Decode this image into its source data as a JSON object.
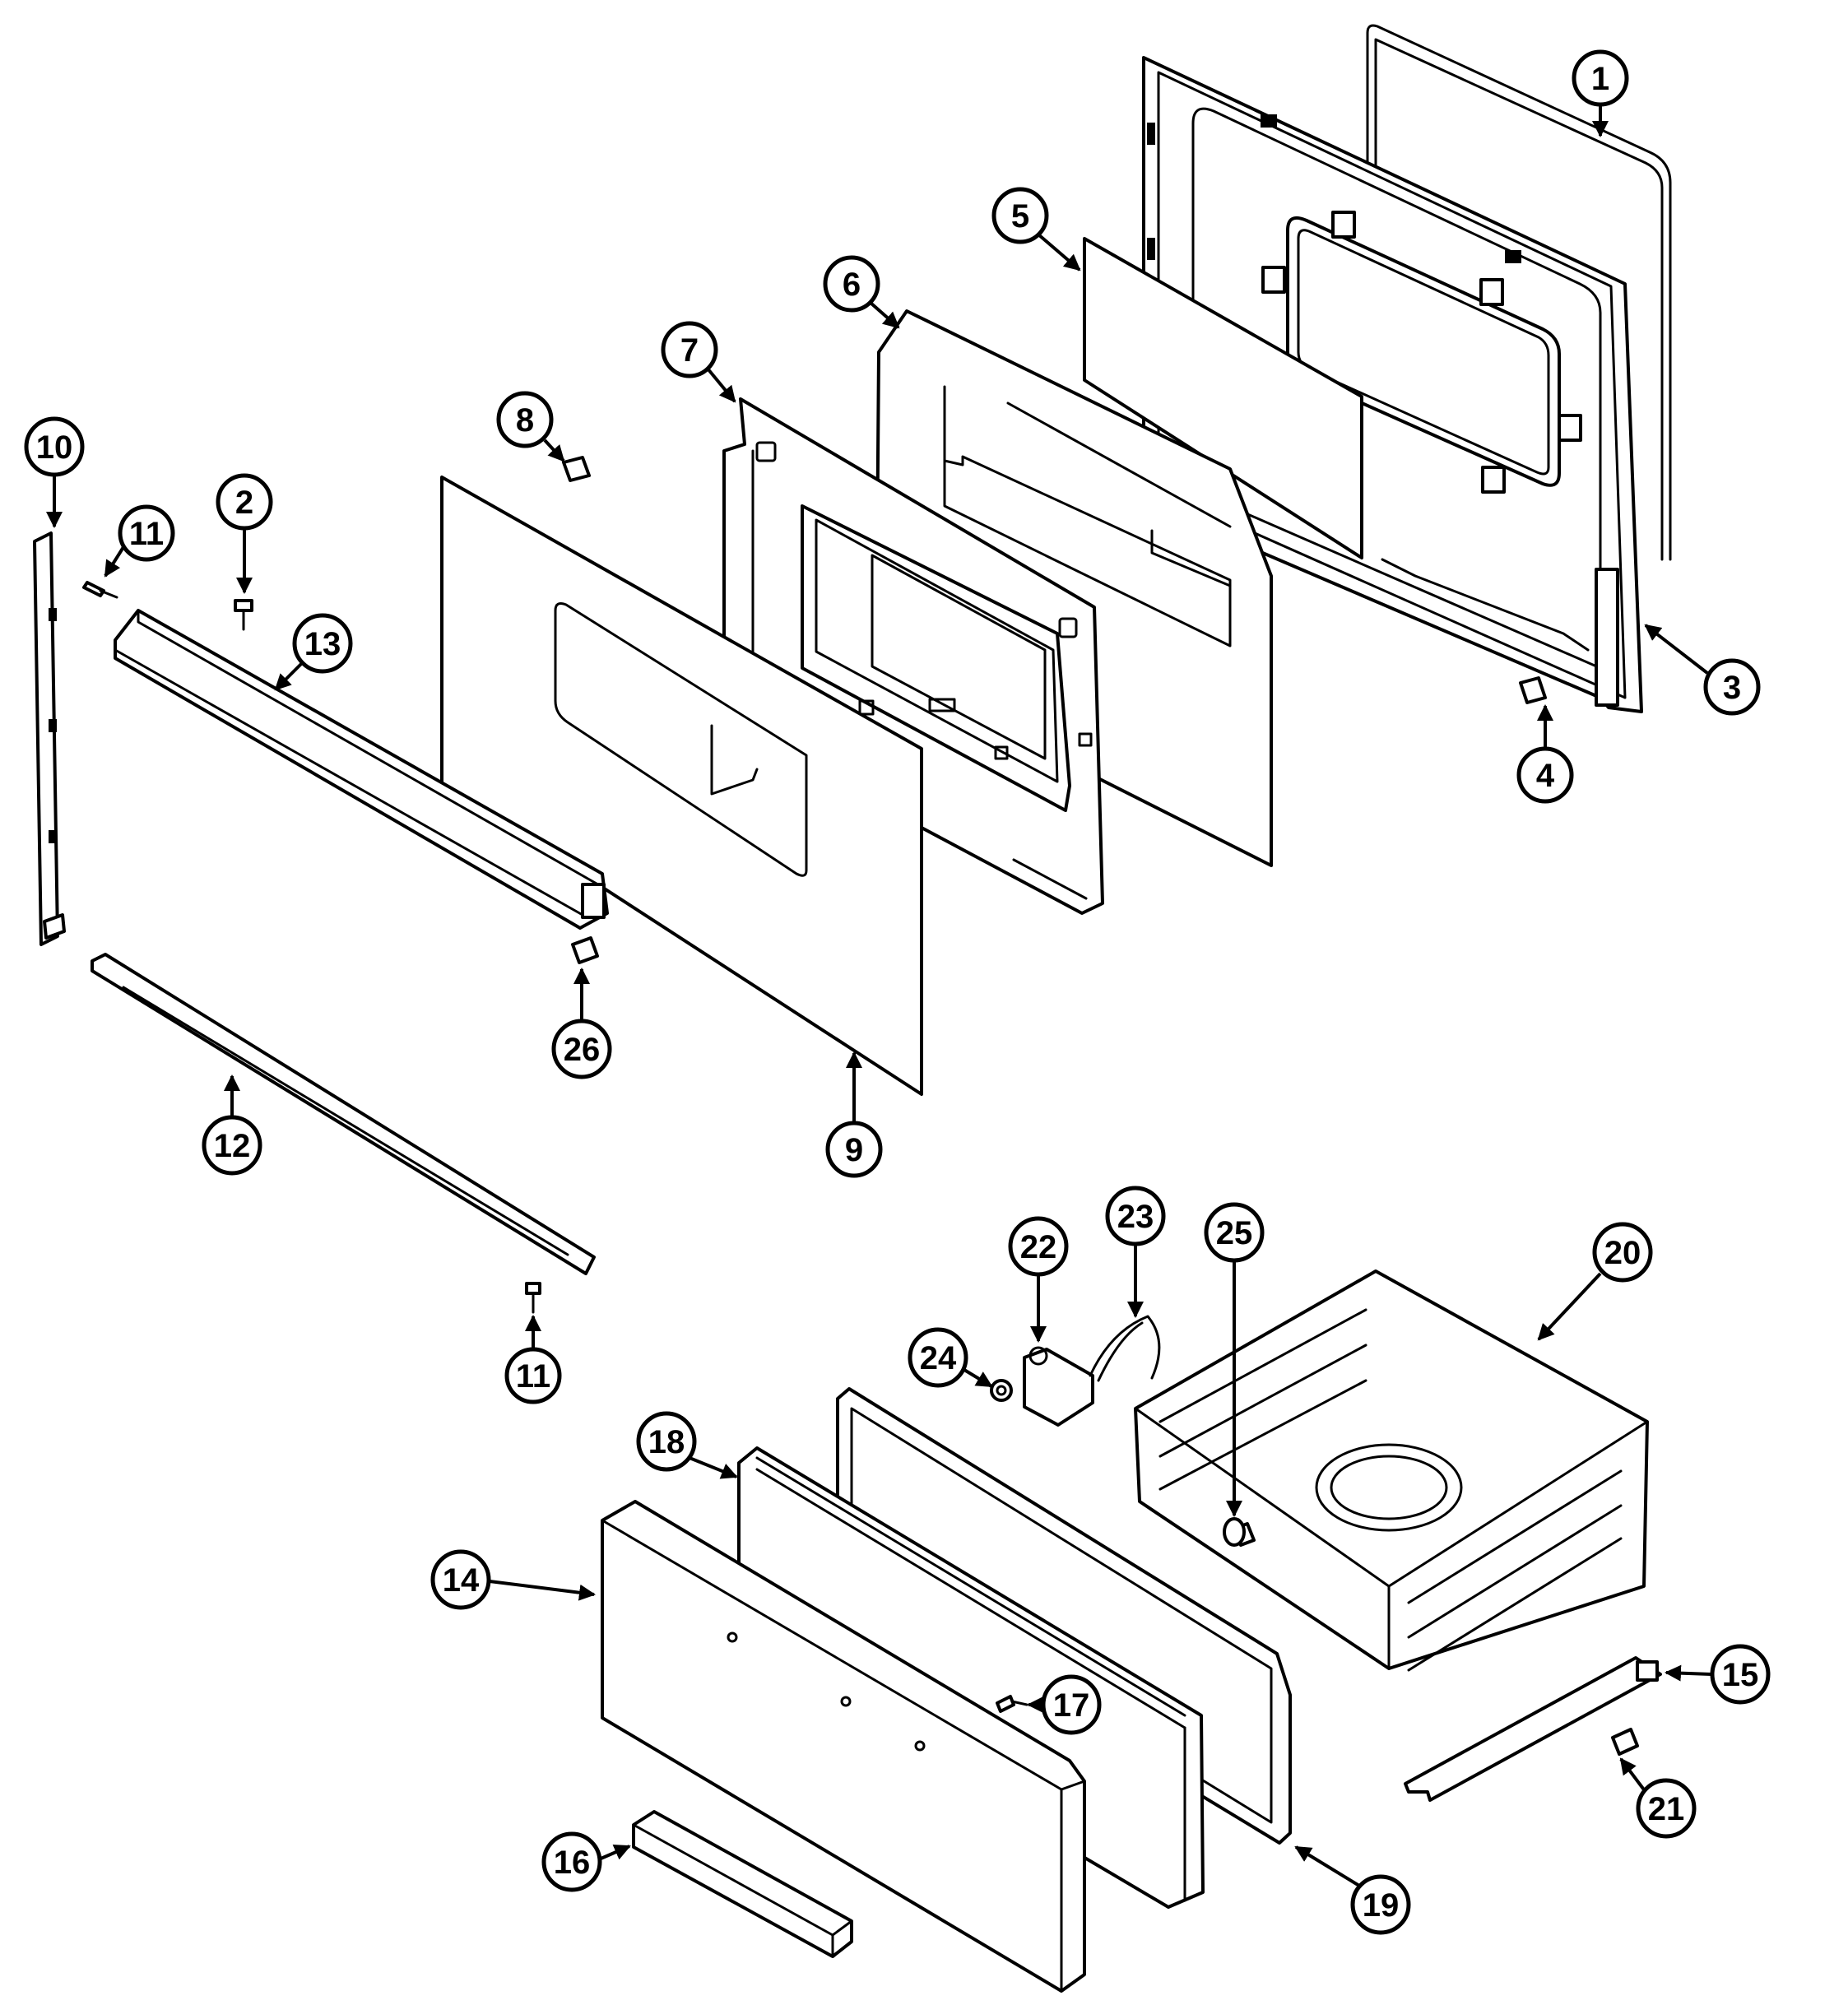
{
  "diagram": {
    "callouts": [
      {
        "label": "1"
      },
      {
        "label": "2"
      },
      {
        "label": "3"
      },
      {
        "label": "4"
      },
      {
        "label": "5"
      },
      {
        "label": "6"
      },
      {
        "label": "7"
      },
      {
        "label": "8"
      },
      {
        "label": "9"
      },
      {
        "label": "10"
      },
      {
        "label": "11"
      },
      {
        "label": "11"
      },
      {
        "label": "12"
      },
      {
        "label": "13"
      },
      {
        "label": "14"
      },
      {
        "label": "15"
      },
      {
        "label": "16"
      },
      {
        "label": "17"
      },
      {
        "label": "18"
      },
      {
        "label": "19"
      },
      {
        "label": "20"
      },
      {
        "label": "21"
      },
      {
        "label": "22"
      },
      {
        "label": "23"
      },
      {
        "label": "24"
      },
      {
        "label": "25"
      },
      {
        "label": "26"
      }
    ],
    "colors": {
      "line": "#000000",
      "background": "#ffffff"
    }
  }
}
